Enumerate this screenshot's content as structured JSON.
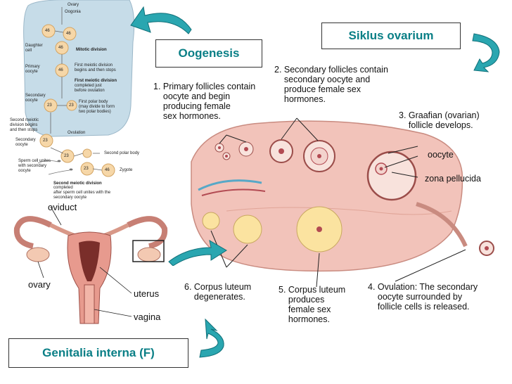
{
  "titles": {
    "oogenesis": "Oogenesis",
    "siklus": "Siklus ovarium",
    "genitalia": "Genitalia interna (F)"
  },
  "oogenesis_panel": {
    "ovary": "Ovary",
    "oogonia": "Oogonia",
    "daughter_cell": "Daughter\ncell",
    "mitotic_division": "Mitotic division",
    "primary_oocyte": "Primary\noocyte",
    "first_meiotic_begins": "First meiotic division\nbegins and then stops",
    "first_meiotic_completed_title": "First meiotic division",
    "first_meiotic_completed_rest": "completed just\nbefore ovulation",
    "secondary_oocyte": "Secondary\noocyte",
    "first_polar_body": "First polar body\n(may divide to form\ntwo polar bodies)",
    "ovulation": "Ovulation",
    "second_meiotic_begins": "Second meiotic\ndivision begins\nand then stops",
    "secondary_oocyte_2": "Secondary\noocyte",
    "sperm_unites": "Sperm cell unites\nwith secondary\noocyte",
    "second_polar_body": "Second polar body",
    "zygote": "Zygote",
    "second_meiotic_completed_title": "Second meiotic division",
    "second_meiotic_completed_rest": "completed\nafter sperm cell unites with the\nsecondary oocyte",
    "n46": "46",
    "n23": "23"
  },
  "anatomy": {
    "oviduct": "oviduct",
    "ovary": "ovary",
    "uterus": "uterus",
    "vagina": "vagina"
  },
  "ovary_cycle": {
    "step1": "1. Primary follicles contain\n    oocyte and begin\n    producing female\n    sex hormones.",
    "step2": "2. Secondary follicles contain\n    secondary oocyte and\n    produce female sex\n    hormones.",
    "step3": "3. Graafian (ovarian)\n    follicle develops.",
    "oocyte": "oocyte",
    "zona": "zona pellucida",
    "step4": "4. Ovulation: The secondary\n    oocyte surrounded by\n    follicle cells is released.",
    "step5": "5. Corpus luteum\n    produces\n    female sex\n    hormones.",
    "step6": "6. Corpus luteum\n    degenerates."
  },
  "colors": {
    "title_text": "#0a7f86",
    "arrow_fill": "#2aa6b0",
    "ovary_tissue": "#f2c3ba",
    "corpus_luteum": "#fbe3a0",
    "panel_bg": "#c6dce8"
  }
}
